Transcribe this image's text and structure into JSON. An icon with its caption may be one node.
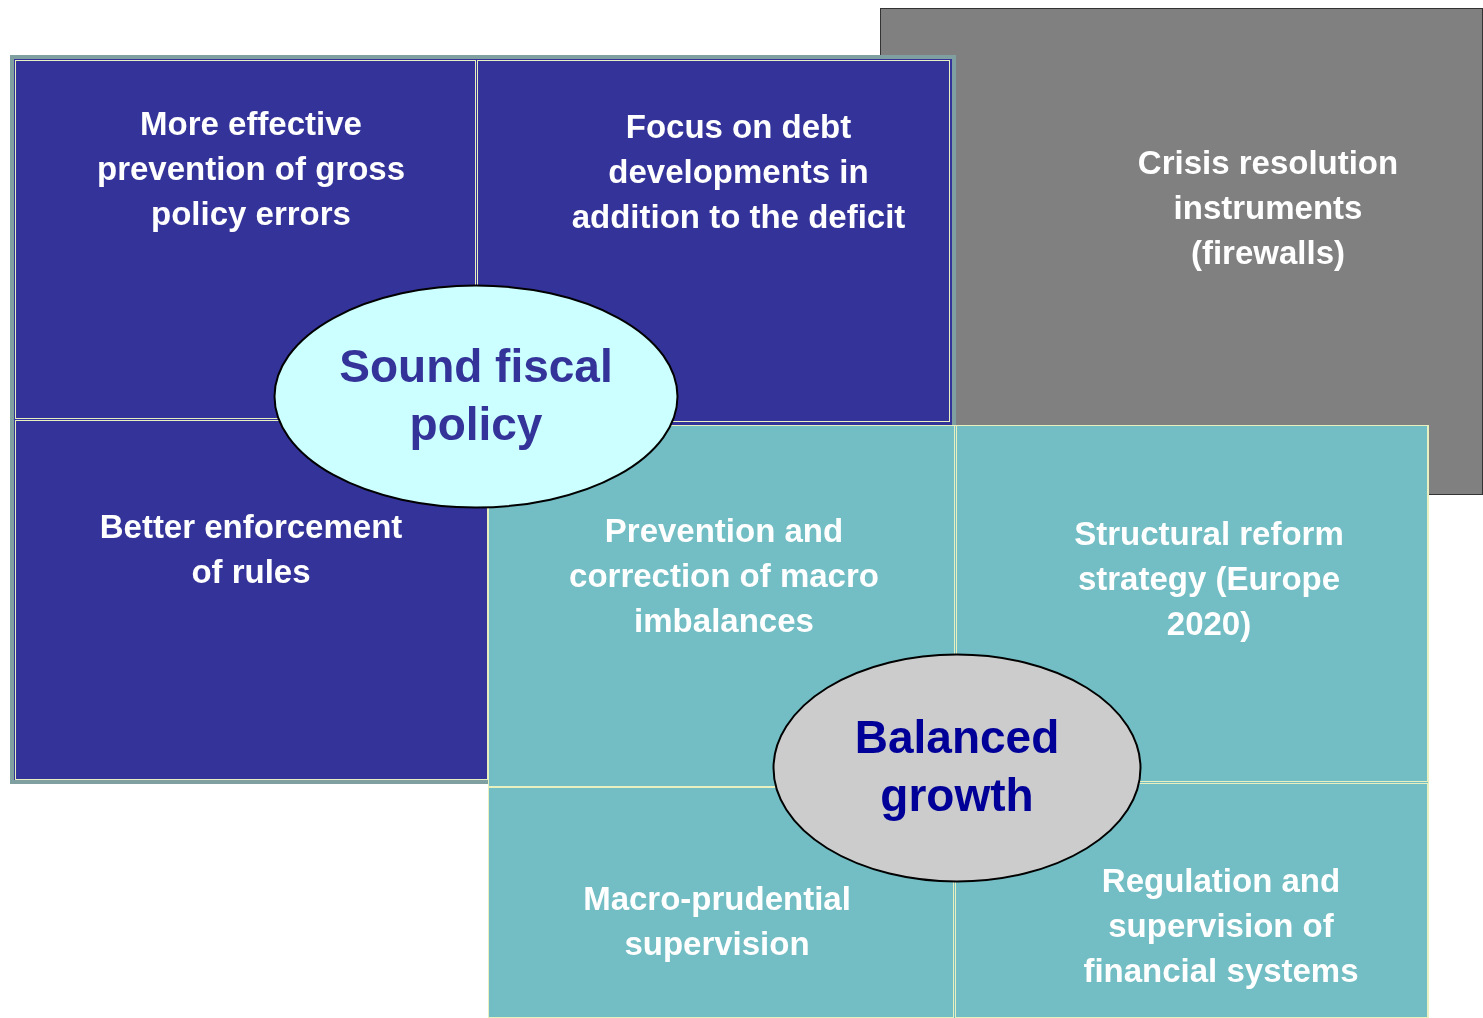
{
  "diagram": {
    "nodes": [
      {
        "text": [
          "More effective prevention of gross policy errors"
        ]
      },
      {
        "text": [
          "Focus on debt developments in addition to the deficit"
        ]
      },
      {
        "text": [
          "Better enforcement of rules"
        ]
      },
      {
        "text": [
          "Sound fiscal policy"
        ]
      },
      {
        "text": [
          "Crisis resolution instruments (firewalls)"
        ]
      },
      {
        "text": [
          "Prevention and correction of macro imbalances"
        ]
      },
      {
        "text": [
          "Structural reform strategy (Europe 2020)"
        ]
      },
      {
        "text": [
          "Macro-prudential supervision"
        ]
      },
      {
        "text": [
          "Regulation and supervision of financial systems"
        ]
      },
      {
        "text": [
          "Balanced growth"
        ]
      }
    ]
  }
}
